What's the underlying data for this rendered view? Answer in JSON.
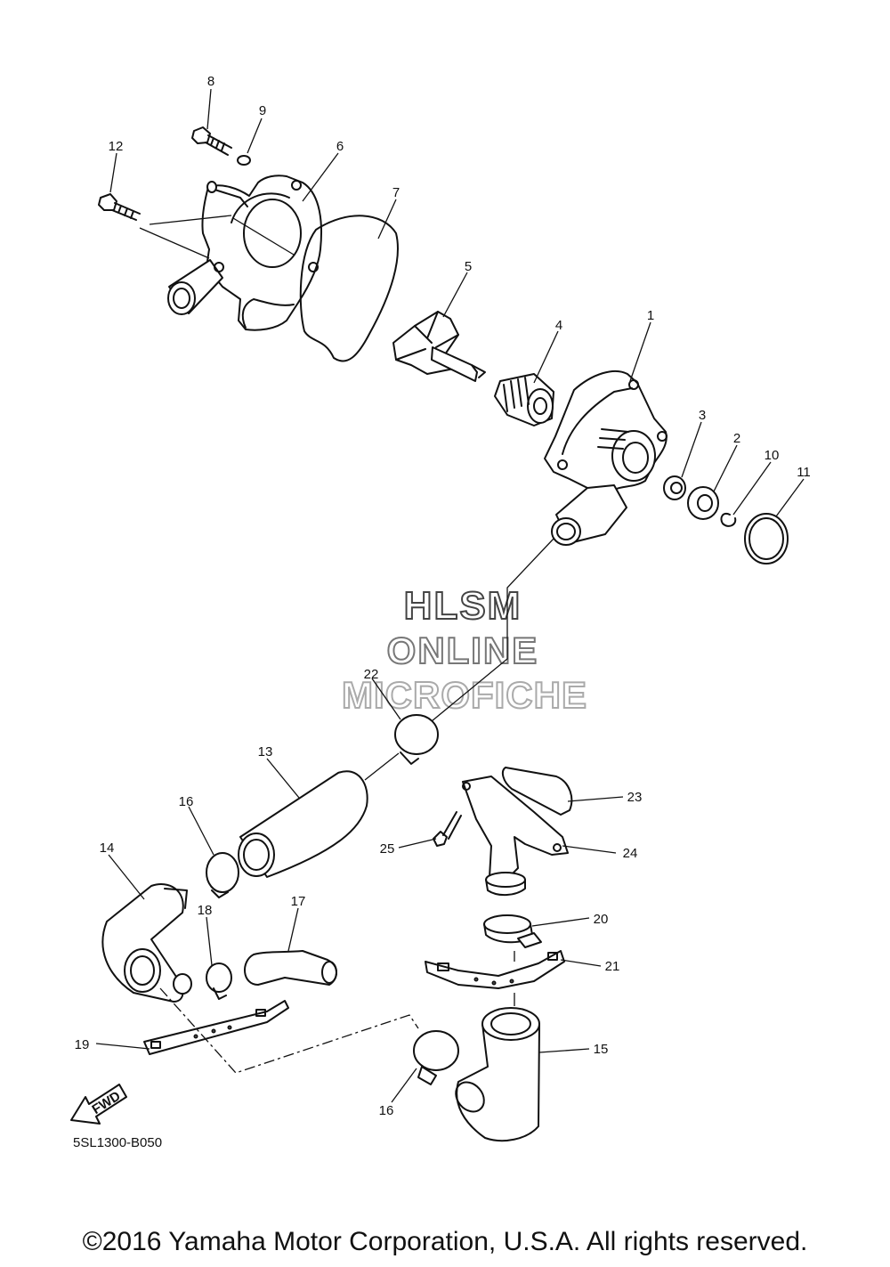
{
  "diagram": {
    "callouts": [
      "1",
      "2",
      "3",
      "4",
      "5",
      "6",
      "7",
      "8",
      "9",
      "10",
      "11",
      "12",
      "13",
      "14",
      "15",
      "16",
      "16",
      "17",
      "18",
      "19",
      "20",
      "21",
      "22",
      "23",
      "24",
      "25"
    ],
    "fwd_label": "FWD",
    "drawing_code": "5SL1300-B050"
  },
  "watermark": {
    "line1": "HLSM",
    "line2": "ONLINE",
    "line3": "MICROFICHE",
    "colors": [
      "#444444",
      "#777777",
      "#aaaaaa"
    ]
  },
  "footer": {
    "copyright": "©2016 Yamaha Motor Corporation, U.S.A. All rights reserved."
  }
}
